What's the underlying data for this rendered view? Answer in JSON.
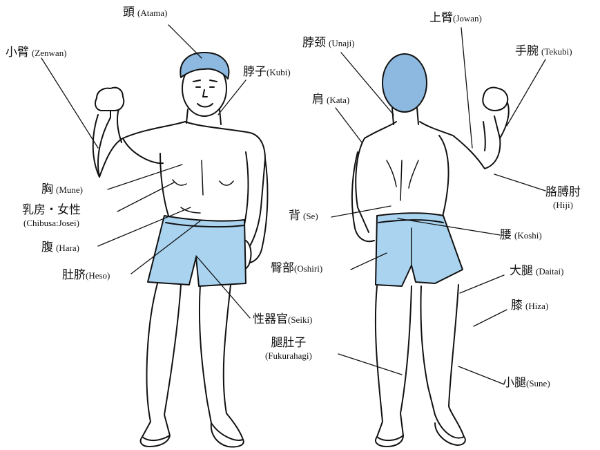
{
  "colors": {
    "hair": "#8db8df",
    "shorts": "#a9d3ef",
    "line": "#111111",
    "background": "#ffffff"
  },
  "front_labels": {
    "atama": {
      "jp": "頭",
      "ro": "(Atama)"
    },
    "zenwan": {
      "jp": "小臂",
      "ro": "(Zenwan)"
    },
    "kubi": {
      "jp": "脖子",
      "ro": "(Kubi)"
    },
    "mune": {
      "jp": "胸",
      "ro": "(Mune)"
    },
    "chibusa": {
      "jp": "乳房・女性",
      "ro": "(Chibusa:Josei)"
    },
    "hara": {
      "jp": "腹",
      "ro": "(Hara)"
    },
    "heso": {
      "jp": "肚脐",
      "ro": "(Heso)"
    },
    "seiki": {
      "jp": "性器官",
      "ro": "(Seiki)"
    }
  },
  "back_labels": {
    "jowan": {
      "jp": "上臂",
      "ro": "(Jowan)"
    },
    "unaji": {
      "jp": "脖颈",
      "ro": "(Unaji)"
    },
    "tekubi": {
      "jp": "手腕",
      "ro": "(Tekubi)"
    },
    "kata": {
      "jp": "肩",
      "ro": "(Kata)"
    },
    "hiji": {
      "jp": "胳膊肘",
      "ro": "(Hiji)"
    },
    "se": {
      "jp": "背",
      "ro": "(Se)"
    },
    "koshi": {
      "jp": "腰",
      "ro": "(Koshi)"
    },
    "oshiri": {
      "jp": "臀部",
      "ro": "(Oshiri)"
    },
    "daitai": {
      "jp": "大腿",
      "ro": "(Daitai)"
    },
    "hiza": {
      "jp": "膝",
      "ro": "(Hiza)"
    },
    "fukurahagi": {
      "jp": "腿肚子",
      "ro": "(Fukurahagi)"
    },
    "sune": {
      "jp": "小腿",
      "ro": "(Sune)"
    }
  }
}
